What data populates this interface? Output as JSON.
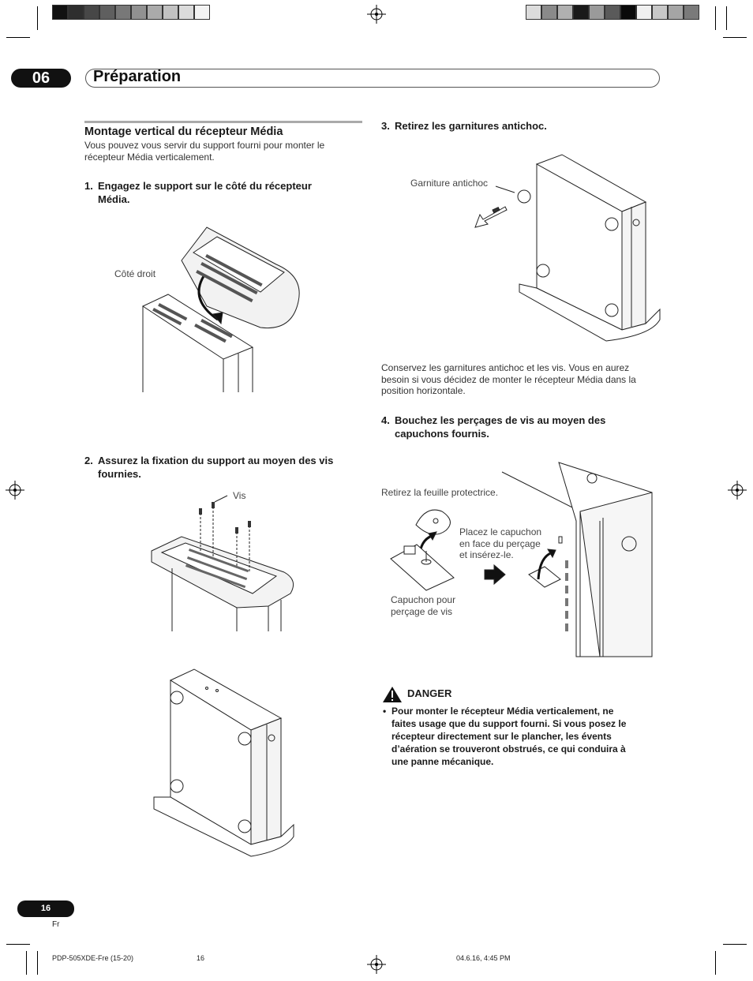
{
  "header": {
    "chapter_number": "06",
    "chapter_title": "Préparation",
    "color_bar_left": [
      "#111111",
      "#2e2e2e",
      "#474747",
      "#5f5f5f",
      "#787878",
      "#919191",
      "#aaaaaa",
      "#c2c2c2",
      "#dbdbdb",
      "#f3f3f3"
    ],
    "color_bar_right": [
      "#dcdcdc",
      "#8a8a8a",
      "#b0b0b0",
      "#1a1a1a",
      "#9a9a9a",
      "#5a5a5a",
      "#0a0a0a",
      "#f0f0f0",
      "#c8c8c8",
      "#a5a5a5",
      "#7a7a7a"
    ]
  },
  "left_column": {
    "section_title": "Montage vertical du récepteur Média",
    "intro": [
      "Vous pouvez vous servir du support fourni pour monter le",
      "récepteur Média verticalement."
    ],
    "step1": {
      "number": "1.",
      "lines": [
        "Engagez le support sur le côté du récepteur",
        "Média."
      ]
    },
    "step1_label": "Côté droit",
    "step2": {
      "number": "2.",
      "lines": [
        "Assurez la fixation du support au moyen des vis",
        "fournies."
      ]
    },
    "step2_label": "Vis"
  },
  "right_column": {
    "step3": {
      "number": "3.",
      "lines": [
        "Retirez les garnitures antichoc."
      ]
    },
    "step3_label": "Garniture antichoc",
    "note": [
      "Conservez les garnitures antichoc et les vis. Vous en aurez",
      "besoin si vous décidez de monter le récepteur Média dans la",
      "position horizontale."
    ],
    "step4": {
      "number": "4.",
      "lines": [
        "Bouchez les perçages de vis au moyen des",
        "capuchons fournis."
      ]
    },
    "step4_labels": {
      "remove_film": "Retirez la feuille protectrice.",
      "place_cap": [
        "Placez le capuchon",
        "en face du perçage",
        "et insérez-le."
      ],
      "cap_name": [
        "Capuchon pour",
        "perçage de vis"
      ]
    },
    "danger": {
      "title": "DANGER",
      "bullet": "•",
      "lines": [
        "Pour monter le récepteur Média verticalement, ne",
        "faites usage que du support fourni. Si vous posez le",
        "récepteur directement sur le plancher, les évents",
        "d’aération se trouveront obstrués, ce qui conduira à",
        "une panne mécanique."
      ]
    }
  },
  "footer": {
    "page_number": "16",
    "language": "Fr",
    "file_ref": "PDP-505XDE-Fre (15-20)",
    "file_page": "16",
    "timestamp": "04.6.16, 4:45 PM"
  }
}
